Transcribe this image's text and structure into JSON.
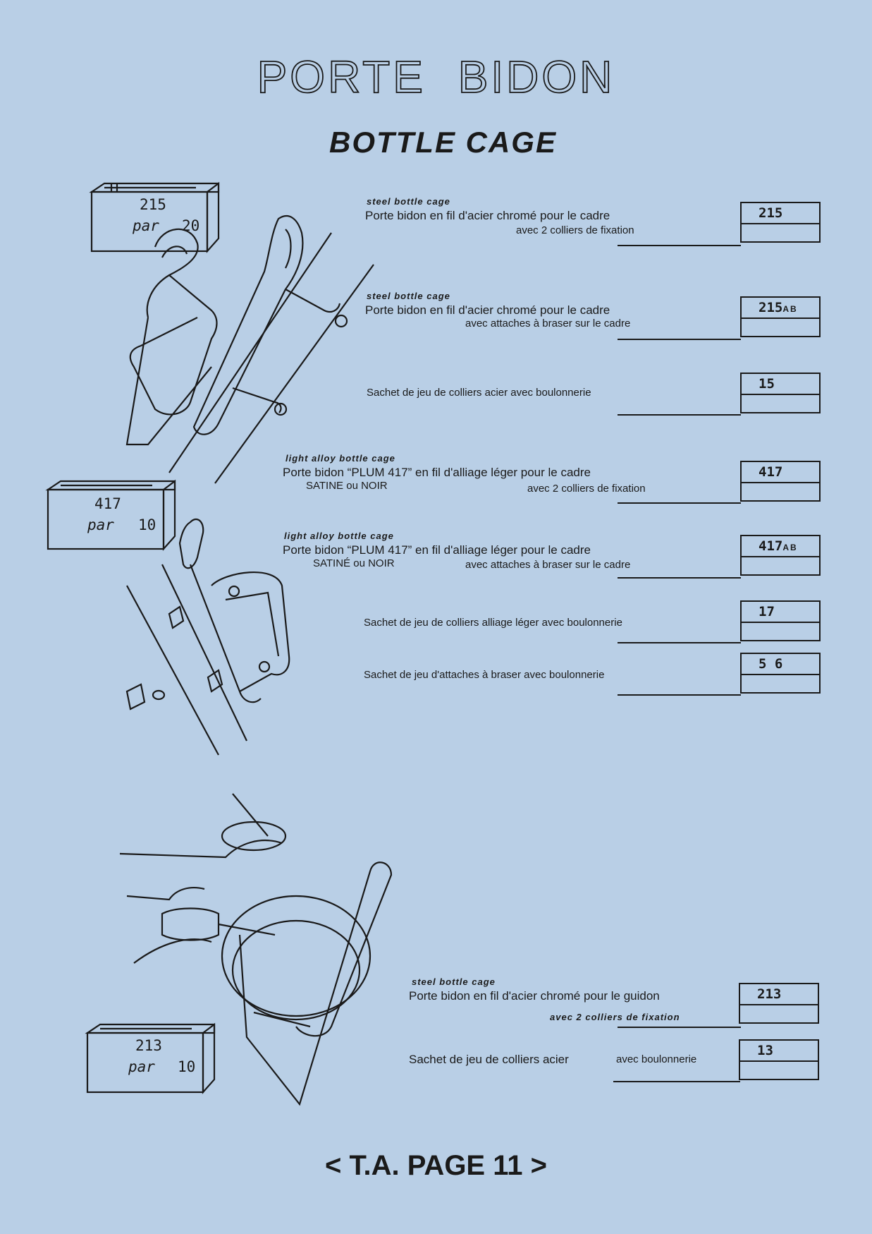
{
  "header": {
    "title": "PORTE BIDON",
    "subtitle": "BOTTLE CAGE"
  },
  "boxes": [
    {
      "code": "215",
      "qty_label": "par",
      "qty": "20"
    },
    {
      "code": "417",
      "qty_label": "par",
      "qty": "10"
    },
    {
      "code": "213",
      "qty_label": "par",
      "qty": "10"
    }
  ],
  "products": [
    {
      "label_en": "steel bottle cage",
      "line1": "Porte bidon en fil d'acier chromé pour le cadre",
      "line2": "avec 2 colliers de fixation",
      "ref": "215",
      "ref_suffix": ""
    },
    {
      "label_en": "steel bottle cage",
      "line1": "Porte bidon en fil d'acier chromé pour le cadre",
      "line2": "avec attaches à braser sur le cadre",
      "ref": "215",
      "ref_suffix": "AB"
    },
    {
      "label_en": "",
      "line1": "Sachet de jeu de colliers acier  avec boulonnerie",
      "line2": "",
      "ref": "15",
      "ref_suffix": ""
    },
    {
      "label_en": "light alloy bottle cage",
      "line1": "Porte bidon “PLUM 417” en fil d'alliage léger pour le cadre",
      "line1b": "SATINE ou NOIR",
      "line2": "avec 2 colliers de fixation",
      "ref": "417",
      "ref_suffix": ""
    },
    {
      "label_en": "light alloy bottle cage",
      "line1": "Porte bidon “PLUM 417” en fil d'alliage léger pour le cadre",
      "line1b": "SATINÉ ou NOIR",
      "line2": "avec attaches à braser sur le cadre",
      "ref": "417",
      "ref_suffix": "AB"
    },
    {
      "label_en": "",
      "line1": "Sachet de jeu de colliers alliage léger avec boulonnerie",
      "line2": "",
      "ref": "17",
      "ref_suffix": ""
    },
    {
      "label_en": "",
      "line1": "Sachet de jeu d'attaches à braser avec boulonnerie",
      "line2": "",
      "ref": "5 6",
      "ref_suffix": ""
    },
    {
      "label_en": "steel bottle cage",
      "line1": "Porte bidon en fil d'acier chromé pour le guidon",
      "line2": "avec 2 colliers de fixation",
      "ref": "213",
      "ref_suffix": ""
    },
    {
      "label_en": "",
      "line1": "Sachet de  jeu de colliers acier",
      "line1b": "avec boulonnerie",
      "line2": "",
      "ref": "13",
      "ref_suffix": ""
    }
  ],
  "footer": {
    "page_label": "< T.A. PAGE 11 >"
  }
}
